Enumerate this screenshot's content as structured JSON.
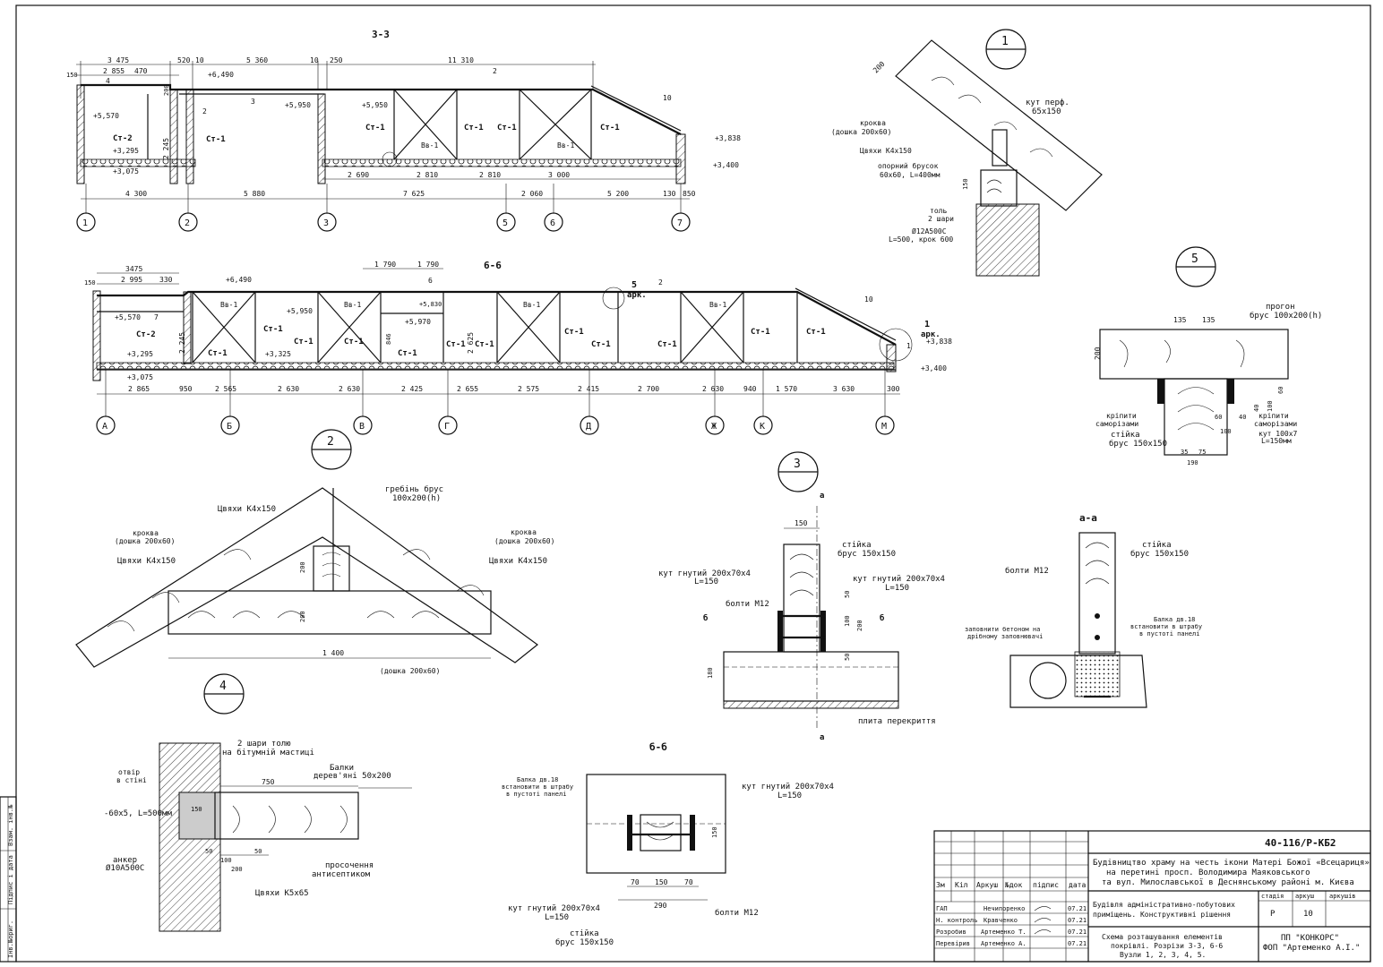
{
  "sections": {
    "s33": {
      "title": "3-3",
      "top_dims": [
        "3 475",
        "520",
        "10",
        "5 360",
        "10",
        "250",
        "11 310"
      ],
      "sub_dims": [
        "2 855",
        "470",
        "150"
      ],
      "levels": [
        "+6,490",
        "+5,570",
        "+5,950",
        "+5,950",
        "+3,295",
        "+3,075",
        "+3,838",
        "+3,400"
      ],
      "members": [
        "Ст-2",
        "Ст-1",
        "Ст-1",
        "Ст-1",
        "Ст-1",
        "Ст-1",
        "Вв-1",
        "Вв-1"
      ],
      "side_dims": [
        "2 245",
        "200"
      ],
      "mid_dims": [
        "2 690",
        "2 810",
        "2 810",
        "3 000"
      ],
      "bottom_dims": [
        "4 300",
        "5 880",
        "7 625",
        "2 060",
        "5 200",
        "130",
        "850"
      ],
      "axes": [
        "1",
        "2",
        "3",
        "5",
        "6",
        "7"
      ],
      "tags": [
        "4",
        "2",
        "3",
        "2",
        "10"
      ]
    },
    "s66": {
      "title": "6-6",
      "top_dims": [
        "3475",
        "2 995",
        "330",
        "150",
        "1 790",
        "1 790"
      ],
      "callout_5": "5",
      "callout_5_sub": "арк.",
      "callout_1": "1",
      "callout_1_sub": "арк.",
      "levels": [
        "+6,490",
        "+5,570",
        "+5,950",
        "+5,970",
        "+5,830",
        "+3,295",
        "+3,325",
        "+3,075",
        "+3,838",
        "+3,400"
      ],
      "members": [
        "Ст-2",
        "Ст-1",
        "Ст-1",
        "Ст-1",
        "Ст-1",
        "Ст-1",
        "Ст-1",
        "Ст-1",
        "Ст-1",
        "Ст-1",
        "Ст-1",
        "Ст-1",
        "Ст-1",
        "Вв-1",
        "Вв-1",
        "Вв-1",
        "Вв-1"
      ],
      "side_dims": [
        "2 245",
        "2 625",
        "846"
      ],
      "bottom_dims": [
        "2 865",
        "950",
        "2 565",
        "2 630",
        "2 630",
        "2 425",
        "2 655",
        "2 575",
        "2 415",
        "2 700",
        "2 630",
        "940",
        "1 570",
        "3 630",
        "300"
      ],
      "axes": [
        "А",
        "Б",
        "В",
        "Г",
        "Д",
        "Ж",
        "К",
        "М"
      ],
      "tags": [
        "7",
        "2",
        "6",
        "10",
        "1"
      ]
    }
  },
  "node1": {
    "label": "1",
    "dim": "200",
    "kut": "кут перф.",
    "kut_size": "65х150",
    "krokva": "кроква",
    "krokva_sub": "(дошка 200х60)",
    "nails": "Цвяхи К4х150",
    "brusok": "опорний брусок",
    "brusok_sub": "60х60, L=400мм",
    "dim150": "150",
    "tol": "толь",
    "tol_sub": "2 шари",
    "rod": "Ø12А500С",
    "rod_sub": "L=500, крок 600"
  },
  "node5": {
    "label": "5",
    "dims": [
      "135",
      "135",
      "200",
      "60",
      "40",
      "100",
      "60",
      "40",
      "100",
      "35",
      "75",
      "190"
    ],
    "progon": "прогон",
    "progon_sub": "брус 100х200(h)",
    "kripl_l": "кріпити",
    "kripl_l_sub": "саморізами",
    "kripl_r": "кріпити",
    "kripl_r_sub": "саморізами",
    "stiyka": "стійка",
    "stiyka_sub": "брус 150х150",
    "kut": "кут 100х7",
    "kut_sub": "L=150мм"
  },
  "node2": {
    "label": "2",
    "ridge": "гребінь брус",
    "ridge_sub": "100х200(h)",
    "nails_top": "Цвяхи К4х150",
    "krokva_l": "кроква",
    "krokva_l_sub": "(дошка 200х60)",
    "krokva_r": "кроква",
    "krokva_r_sub": "(дошка 200х60)",
    "nails_l": "Цвяхи К4х150",
    "nails_r": "Цвяхи К4х150",
    "dims": [
      "200",
      "200"
    ],
    "length": "1 400",
    "board": "(дошка 200х60)"
  },
  "node3": {
    "label": "3",
    "cut": "а",
    "dim150": "150",
    "stiyka": "стійка",
    "stiyka_sub": "брус 150х150",
    "kut_l": "кут гнутий 200х70х4",
    "kut_l_sub": "L=150",
    "kut_r": "кут гнутий 200х70х4",
    "kut_r_sub": "L=150",
    "bolt": "болти М12",
    "dims": [
      "50",
      "100",
      "200",
      "50",
      "180"
    ],
    "cut_b": "б",
    "plate": "плита перекриття"
  },
  "nodeAA": {
    "title": "а-а",
    "stiyka": "стійка",
    "stiyka_sub": "брус 150х150",
    "bolt": "болти М12",
    "fill": "заповнити бетоном на",
    "fill_sub": "дрібному заповнювачі",
    "beam": "Балка дв.18",
    "beam_sub": "встановити в штрабу",
    "beam_sub2": "в пустоті панелі"
  },
  "node4": {
    "label": "4",
    "tol": "2 шари толю",
    "tol_sub": "на бітумній мастиці",
    "hole": "отвір",
    "hole_sub": "в стіні",
    "beams": "Балки",
    "beams_sub": "дерев'яні 50х200",
    "plate": "-60х5, L=500мм",
    "dims": [
      "750",
      "150",
      "50",
      "50",
      "200",
      "100"
    ],
    "anchor": "анкер",
    "anchor_sub": "Ø10А500С",
    "soak": "просочення",
    "soak_sub": "антисептиком",
    "nails": "Цвяхи К5х65"
  },
  "nodeBB": {
    "title": "б-б",
    "beam": "Балка дв.18",
    "beam_sub": "встановити в штрабу",
    "beam_sub2": "в пустоті панелі",
    "kut_top": "кут гнутий 200х70х4",
    "kut_top_sub": "L=150",
    "dims": [
      "70",
      "150",
      "70",
      "290",
      "150"
    ],
    "kut_bot": "кут гнутий 200х70х4",
    "kut_bot_sub": "L=150",
    "bolt": "болти М12",
    "stiyka": "стійка",
    "stiyka_sub": "брус 150х150"
  },
  "side_strip": [
    "Взам. інв.№",
    "Підпис і дата",
    "Інв.№ориг."
  ],
  "title_block": {
    "code": "40-116/Р-КБ2",
    "project_l1": "Будівництво храму на честь ікони Матері Божої «Всецариця»",
    "project_l2": "на перетині просп. Володимира Маяковського",
    "project_l3": "та вул. Милославської в Деснянському районі м. Києва",
    "building_l1": "Будівля адміністративно-побутових",
    "building_l2": "приміщень. Конструктивні рішення",
    "sheet_l1": "Схема розташування елементів",
    "sheet_l2": "покрівлі. Розрізи 3-3, 6-6",
    "sheet_l3": "Вузли 1, 2, 3, 4, 5.",
    "headers": [
      "Зм",
      "Кіл",
      "Аркуш",
      "№док",
      "підпис",
      "дата"
    ],
    "stage_h": [
      "стадія",
      "аркуш",
      "аркушів"
    ],
    "stage_v": [
      "Р",
      "10",
      ""
    ],
    "company_l1": "ПП \"КОНКОРС\"",
    "company_l2": "ФОП \"Артеменко А.І.\"",
    "rows": [
      {
        "role": "ГАП",
        "name": "Нечипоренко",
        "date": "07.21"
      },
      {
        "role": "Н. контроль",
        "name": "Кравченко",
        "date": "07.21"
      },
      {
        "role": "Розробив",
        "name": "Артеменко Т.",
        "date": "07.21"
      },
      {
        "role": "Перевірив",
        "name": "Артеменко А.",
        "date": "07.21"
      }
    ]
  }
}
